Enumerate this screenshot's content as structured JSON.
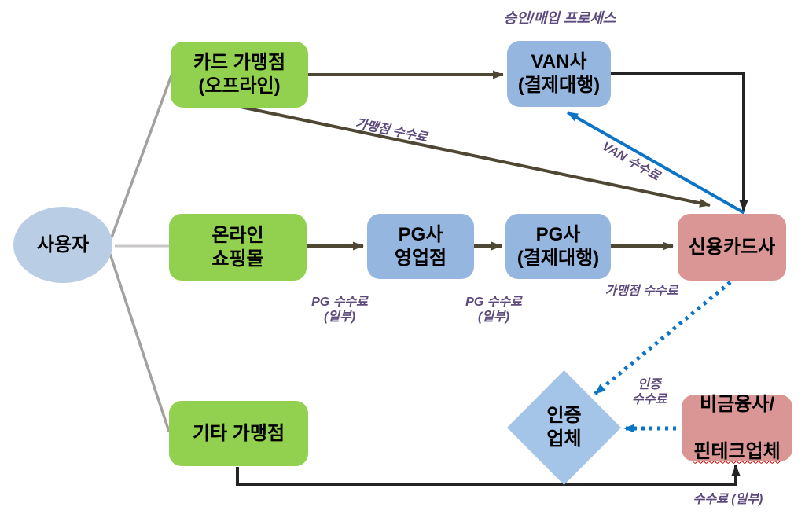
{
  "diagram": {
    "process_label": "승인/매입 프로세스",
    "nodes": {
      "user": {
        "label": "사용자"
      },
      "card_merchant": {
        "label": "카드 가맹점\n(오프라인)"
      },
      "van": {
        "label": "VAN사\n(결제대행)"
      },
      "online_mall": {
        "label": "온라인\n쇼핑몰"
      },
      "pg_branch": {
        "label": "PG사\n영업점"
      },
      "pg_agency": {
        "label": "PG사\n(결제대행)"
      },
      "credit_card": {
        "label": "신용카드사"
      },
      "auth_company": {
        "label": "인증\n업체"
      },
      "non_financial": {
        "line1": "비금융사/",
        "line2": "핀테크업체"
      },
      "other_merchant": {
        "label": "기타 가맹점"
      }
    },
    "edge_labels": {
      "merchant_fee_top": "가맹점 수수료",
      "van_fee": "VAN 수수료",
      "pg_fee_1": "PG 수수료\n(일부)",
      "pg_fee_2": "PG 수수료\n(일부)",
      "merchant_fee_mid": "가맹점 수수료",
      "auth_fee": "인증\n수수료",
      "fee_partial": "수수료 (일부)"
    },
    "colors": {
      "green_node": "#92D050",
      "blue_node": "#95B7DF",
      "red_node": "#D99694",
      "ellipse_node": "#B9CDE5",
      "diamond_node": "#A4C5E8",
      "olive_arrow": "#4E4733",
      "black_arrow": "#262324",
      "blue_arrow": "#0B74C7",
      "gray_line": "#A5A0A0",
      "gray_light": "#C8C5C5",
      "label_purple": "#5C4A7D"
    }
  }
}
